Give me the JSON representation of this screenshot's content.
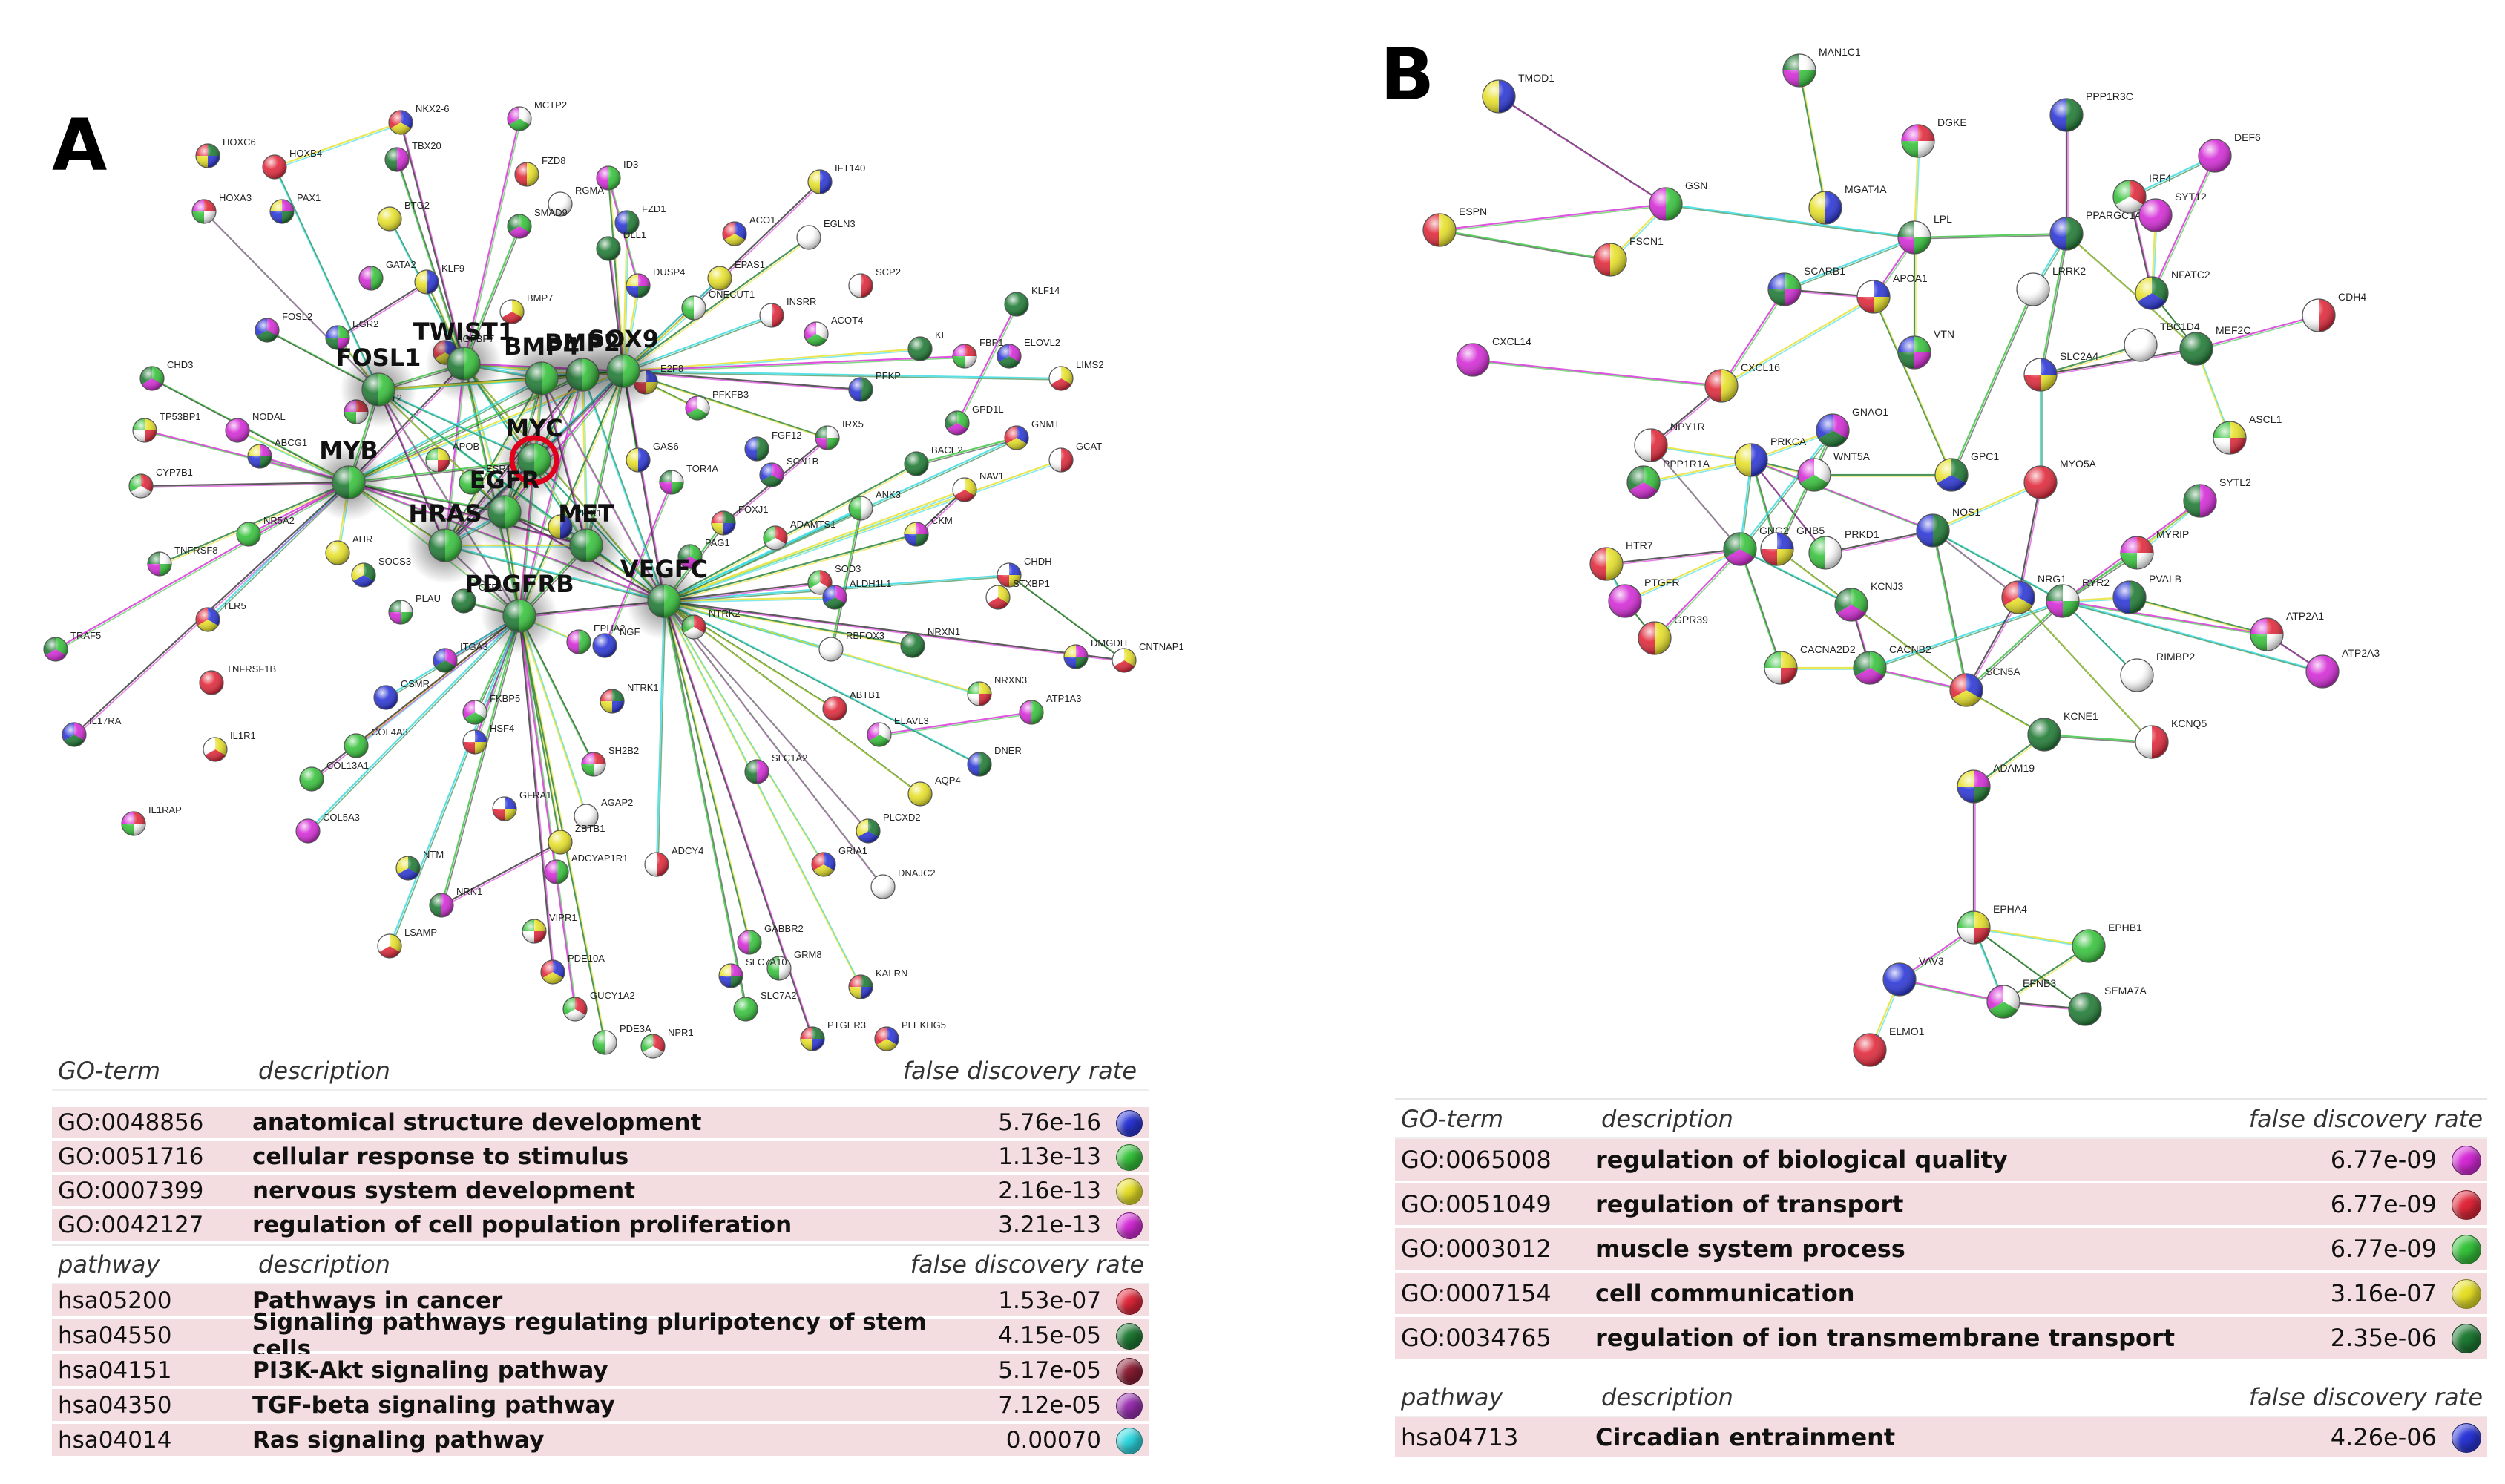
{
  "panels": {
    "a": {
      "letter": "A",
      "hubs": [
        "TWIST1",
        "BMP2",
        "SOX9",
        "BMP4",
        "FOSL1",
        "MYC",
        "MYB",
        "EGFR",
        "HRAS",
        "MET",
        "PDGFRB",
        "VEGFC"
      ],
      "genes": [
        "NKX2-6",
        "MCTP2",
        "HOXC6",
        "HOXB4",
        "TBX20",
        "FZD8",
        "ID3",
        "IFT140",
        "RGMA",
        "FZD1",
        "HOXA3",
        "PAX1",
        "BTG2",
        "SMAD9",
        "ACO1",
        "EGLN3",
        "DLL1",
        "SCP2",
        "DUSP4",
        "EPAS1",
        "GATA2",
        "KLF9",
        "ONECUT1",
        "KLF14",
        "INSRR",
        "FOSL2",
        "BMP7",
        "EGR2",
        "IGFBP7",
        "ACOT4",
        "KL",
        "FBP1",
        "ELOVL2",
        "LIMS2",
        "CHD3",
        "E2F8",
        "PFKFB3",
        "PFKP",
        "GFPT2",
        "NODAL",
        "TP53BP1",
        "GPD1L",
        "GNMT",
        "IRX5",
        "FGF12",
        "GCAT",
        "ABCG1",
        "APOB",
        "ESR1",
        "GAS6",
        "TOR4A",
        "BACE2",
        "CYP7B1",
        "SCN1B",
        "NAV1",
        "NR5A2",
        "PITX1",
        "ANK3",
        "FOXJ1",
        "ADAMTS1",
        "CKM",
        "AHR",
        "PAG1",
        "CHDH",
        "TNFRSF8",
        "SOCS3",
        "SOD3",
        "ALDH1L1",
        "STXBP1",
        "TRAF5",
        "TLR5",
        "PLAU",
        "CTF1",
        "NTRK2",
        "DMGDH",
        "CNTNAP1",
        "EPHA2",
        "NGF",
        "RBFOX3",
        "NRXN1",
        "TNFRSF1B",
        "ITGA3",
        "NRXN3",
        "ATP1A3",
        "OSMR",
        "FKBP5",
        "NTRK1",
        "ABTB1",
        "IL17RA",
        "IL1R1",
        "COL4A3",
        "HSF4",
        "ELAVL3",
        "DNER",
        "SH2B2",
        "SLC1A2",
        "AQP4",
        "COL13A1",
        "GFRA1",
        "AGAP2",
        "PLCXD2",
        "IL1RAP",
        "COL5A3",
        "ZBTB1",
        "ADCYAP1R1",
        "GRIA1",
        "DNAJC2",
        "NTM",
        "ADCY4",
        "NRN1",
        "VIPR1",
        "GABBR2",
        "PDE10A",
        "GRM8",
        "KALRN",
        "GUCY1A2",
        "SLC7A10",
        "LSAMP",
        "SLC7A2",
        "PLEKHG5",
        "PDE3A",
        "PTGER3",
        "NPR1"
      ],
      "go_table": {
        "headers": {
          "col1": "GO-term",
          "col2": "description",
          "col3": "false discovery rate"
        },
        "rows": [
          {
            "id": "GO:0048856",
            "description": "anatomical structure development",
            "fdr": "5.76e-16",
            "color": "#2b36d6"
          },
          {
            "id": "GO:0051716",
            "description": "cellular response to stimulus",
            "fdr": "1.13e-13",
            "color": "#36c23b"
          },
          {
            "id": "GO:0007399",
            "description": "nervous system development",
            "fdr": "2.16e-13",
            "color": "#e6e028"
          },
          {
            "id": "GO:0042127",
            "description": "regulation of cell population proliferation",
            "fdr": "3.21e-13",
            "color": "#d42bd6"
          }
        ]
      },
      "pathway_table": {
        "headers": {
          "col1": "pathway",
          "col2": "description",
          "col3": "false discovery rate"
        },
        "rows": [
          {
            "id": "hsa05200",
            "description": "Pathways in cancer",
            "fdr": "1.53e-07",
            "color": "#e0283a"
          },
          {
            "id": "hsa04550",
            "description": "Signaling pathways regulating pluripotency of stem cells",
            "fdr": "4.15e-05",
            "color": "#1f7a34"
          },
          {
            "id": "hsa04151",
            "description": "PI3K-Akt signaling pathway",
            "fdr": "5.17e-05",
            "color": "#8c1f35"
          },
          {
            "id": "hsa04350",
            "description": "TGF-beta signaling pathway",
            "fdr": "7.12e-05",
            "color": "#9a2fb0"
          },
          {
            "id": "hsa04014",
            "description": "Ras signaling pathway",
            "fdr": "0.00070",
            "color": "#2fd9e0"
          }
        ]
      }
    },
    "b": {
      "letter": "B",
      "genes": [
        "TMOD1",
        "MAN1C1",
        "PPP1R3C",
        "DGKE",
        "DEF6",
        "ESPN",
        "GSN",
        "MGAT4A",
        "LPL",
        "PPARGC1A",
        "IRF4",
        "SYT12",
        "FSCN1",
        "SCARB1",
        "APOA1",
        "LRRK2",
        "NFATC2",
        "CDH4",
        "CXCL14",
        "CXCL16",
        "VTN",
        "SLC2A4",
        "TBC1D4",
        "MEF2C",
        "NPY1R",
        "GNAO1",
        "ASCL1",
        "PPP1R1A",
        "PRKCA",
        "WNT5A",
        "GPC1",
        "MYO5A",
        "SYTL2",
        "HTR7",
        "GNG2",
        "GNB5",
        "PRKD1",
        "NOS1",
        "MYRIP",
        "PTGFR",
        "GPR39",
        "KCNJ3",
        "NRG1",
        "RYR2",
        "PVALB",
        "ATP2A1",
        "ATP2A3",
        "CACNA2D2",
        "CACNB2",
        "SCN5A",
        "RIMBP2",
        "KCNE1",
        "KCNQ5",
        "ADAM19",
        "EPHA4",
        "EPHB1",
        "VAV3",
        "EFNB3",
        "SEMA7A",
        "ELMO1"
      ],
      "go_table": {
        "headers": {
          "col1": "GO-term",
          "col2": "description",
          "col3": "false discovery rate"
        },
        "rows": [
          {
            "id": "GO:0065008",
            "description": "regulation of biological quality",
            "fdr": "6.77e-09",
            "color": "#d42bd6"
          },
          {
            "id": "GO:0051049",
            "description": "regulation of transport",
            "fdr": "6.77e-09",
            "color": "#e0283a"
          },
          {
            "id": "GO:0003012",
            "description": "muscle system process",
            "fdr": "6.77e-09",
            "color": "#36c23b"
          },
          {
            "id": "GO:0007154",
            "description": "cell communication",
            "fdr": "3.16e-07",
            "color": "#e6e028"
          },
          {
            "id": "GO:0034765",
            "description": "regulation of ion transmembrane transport",
            "fdr": "2.35e-06",
            "color": "#1f7a34"
          }
        ]
      },
      "pathway_table": {
        "headers": {
          "col1": "pathway",
          "col2": "description",
          "col3": "false discovery rate"
        },
        "rows": [
          {
            "id": "hsa04713",
            "description": "Circadian entrainment",
            "fdr": "4.26e-06",
            "color": "#2b36d6"
          }
        ]
      }
    }
  }
}
